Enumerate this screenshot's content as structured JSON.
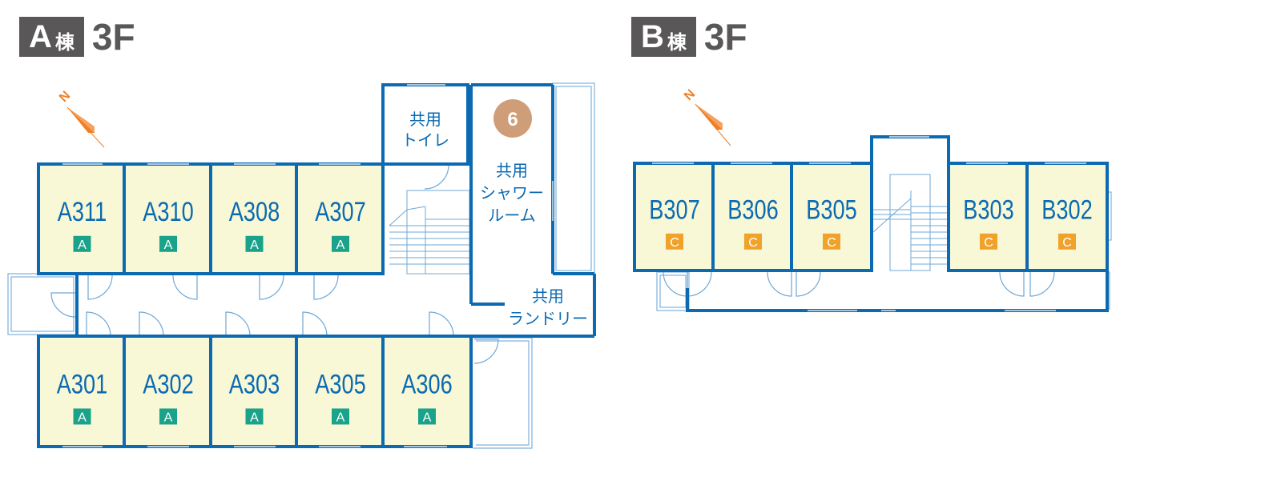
{
  "colors": {
    "wall": "#0b6ab2",
    "room_fill": "#f8f8d6",
    "door_line": "#6fa8d6",
    "type_a": "#1aa38a",
    "type_c": "#f0a22b",
    "header_bg": "#595757",
    "facility_num_bg": "#cf9e78",
    "compass": "#ef7f25"
  },
  "building_a": {
    "letter": "A",
    "kanji": "棟",
    "floor": "3F",
    "compass_letter": "N",
    "rooms_top": [
      {
        "name": "A311",
        "type": "A"
      },
      {
        "name": "A310",
        "type": "A"
      },
      {
        "name": "A308",
        "type": "A"
      },
      {
        "name": "A307",
        "type": "A"
      }
    ],
    "rooms_bottom": [
      {
        "name": "A301",
        "type": "A"
      },
      {
        "name": "A302",
        "type": "A"
      },
      {
        "name": "A303",
        "type": "A"
      },
      {
        "name": "A305",
        "type": "A"
      },
      {
        "name": "A306",
        "type": "A"
      }
    ],
    "toilet": [
      "共用",
      "トイレ"
    ],
    "shower": [
      "共用",
      "シャワー",
      "ルーム"
    ],
    "laundry": [
      "共用",
      "ランドリー"
    ],
    "facility_number": "6"
  },
  "building_b": {
    "letter": "B",
    "kanji": "棟",
    "floor": "3F",
    "compass_letter": "N",
    "rooms": [
      {
        "name": "B307",
        "type": "C"
      },
      {
        "name": "B306",
        "type": "C"
      },
      {
        "name": "B305",
        "type": "C"
      },
      {
        "name": "B303",
        "type": "C"
      },
      {
        "name": "B302",
        "type": "C"
      }
    ]
  }
}
